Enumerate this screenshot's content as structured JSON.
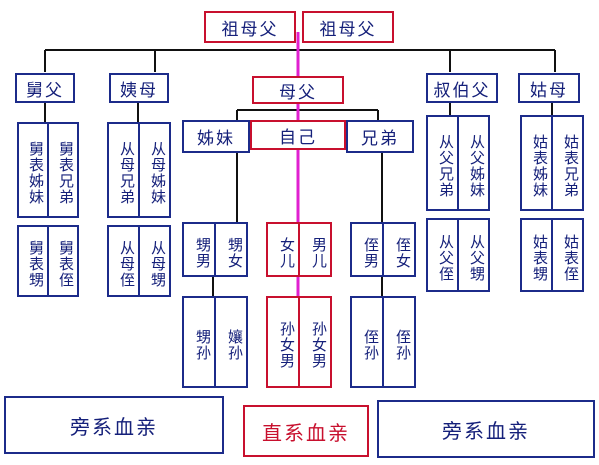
{
  "grandparents": {
    "paternal_grandmother": "祖母父",
    "grandfather": "祖母父"
  },
  "parents_row": {
    "maternal_uncle": "舅父",
    "maternal_aunt": "姨母",
    "parents": "母父",
    "paternal_uncle": "叔伯父",
    "paternal_aunt": "姑母"
  },
  "self_row": {
    "sisters": "姊妹",
    "self": "自己",
    "brothers": "兄弟"
  },
  "cousins": {
    "uncle_maternal_children": [
      "舅表姊妹",
      "舅表兄弟"
    ],
    "uncle_maternal_grandchildren": [
      "舅表甥",
      "舅表侄"
    ],
    "aunt_maternal_children": [
      "从母兄弟",
      "从母姊妹"
    ],
    "aunt_maternal_grandchildren": [
      "从母侄",
      "从母甥"
    ],
    "uncle_paternal_children": [
      "从父兄弟",
      "从父姊妹"
    ],
    "uncle_paternal_grandchildren": [
      "从父侄",
      "从父甥"
    ],
    "aunt_paternal_children": [
      "姑表姊妹",
      "姑表兄弟"
    ],
    "aunt_paternal_grandchildren": [
      "姑表甥",
      "姑表侄"
    ]
  },
  "descendants": {
    "sister_children": [
      "甥男",
      "甥女"
    ],
    "sister_grandchildren": [
      "甥孙",
      "孃孙"
    ],
    "own_children": [
      "女儿",
      "男儿"
    ],
    "own_grandchildren": [
      "孙女男",
      "孙女男"
    ],
    "brother_children": [
      "侄男",
      "侄女"
    ],
    "brother_grandchildren": [
      "侄孙",
      "侄孙"
    ]
  },
  "legend": {
    "left": "旁系血亲",
    "center": "直系血亲",
    "right": "旁系血亲"
  },
  "colors": {
    "collateral": "#1c2b8a",
    "direct": "#c8102e",
    "direct_line": "#e020d0",
    "text": "#15207a"
  }
}
